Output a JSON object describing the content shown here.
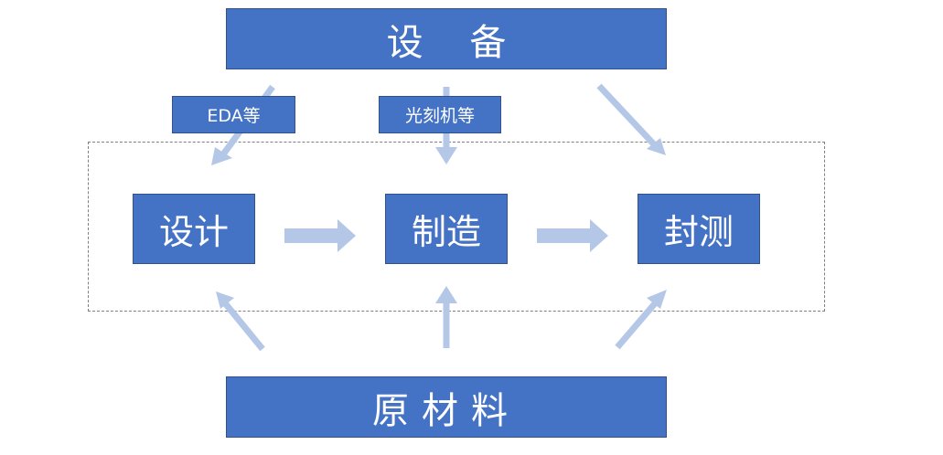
{
  "equipment": {
    "label": "设    备"
  },
  "materials": {
    "label": "原材料"
  },
  "stages": {
    "design": "设计",
    "manufacture": "制造",
    "package_test": "封测"
  },
  "tags": {
    "eda": "EDA等",
    "lithography": "光刻机等"
  },
  "colors": {
    "box_fill": "#4472C4",
    "arrow_fill": "#B4C7E7",
    "frame": "#7F7F7F"
  }
}
